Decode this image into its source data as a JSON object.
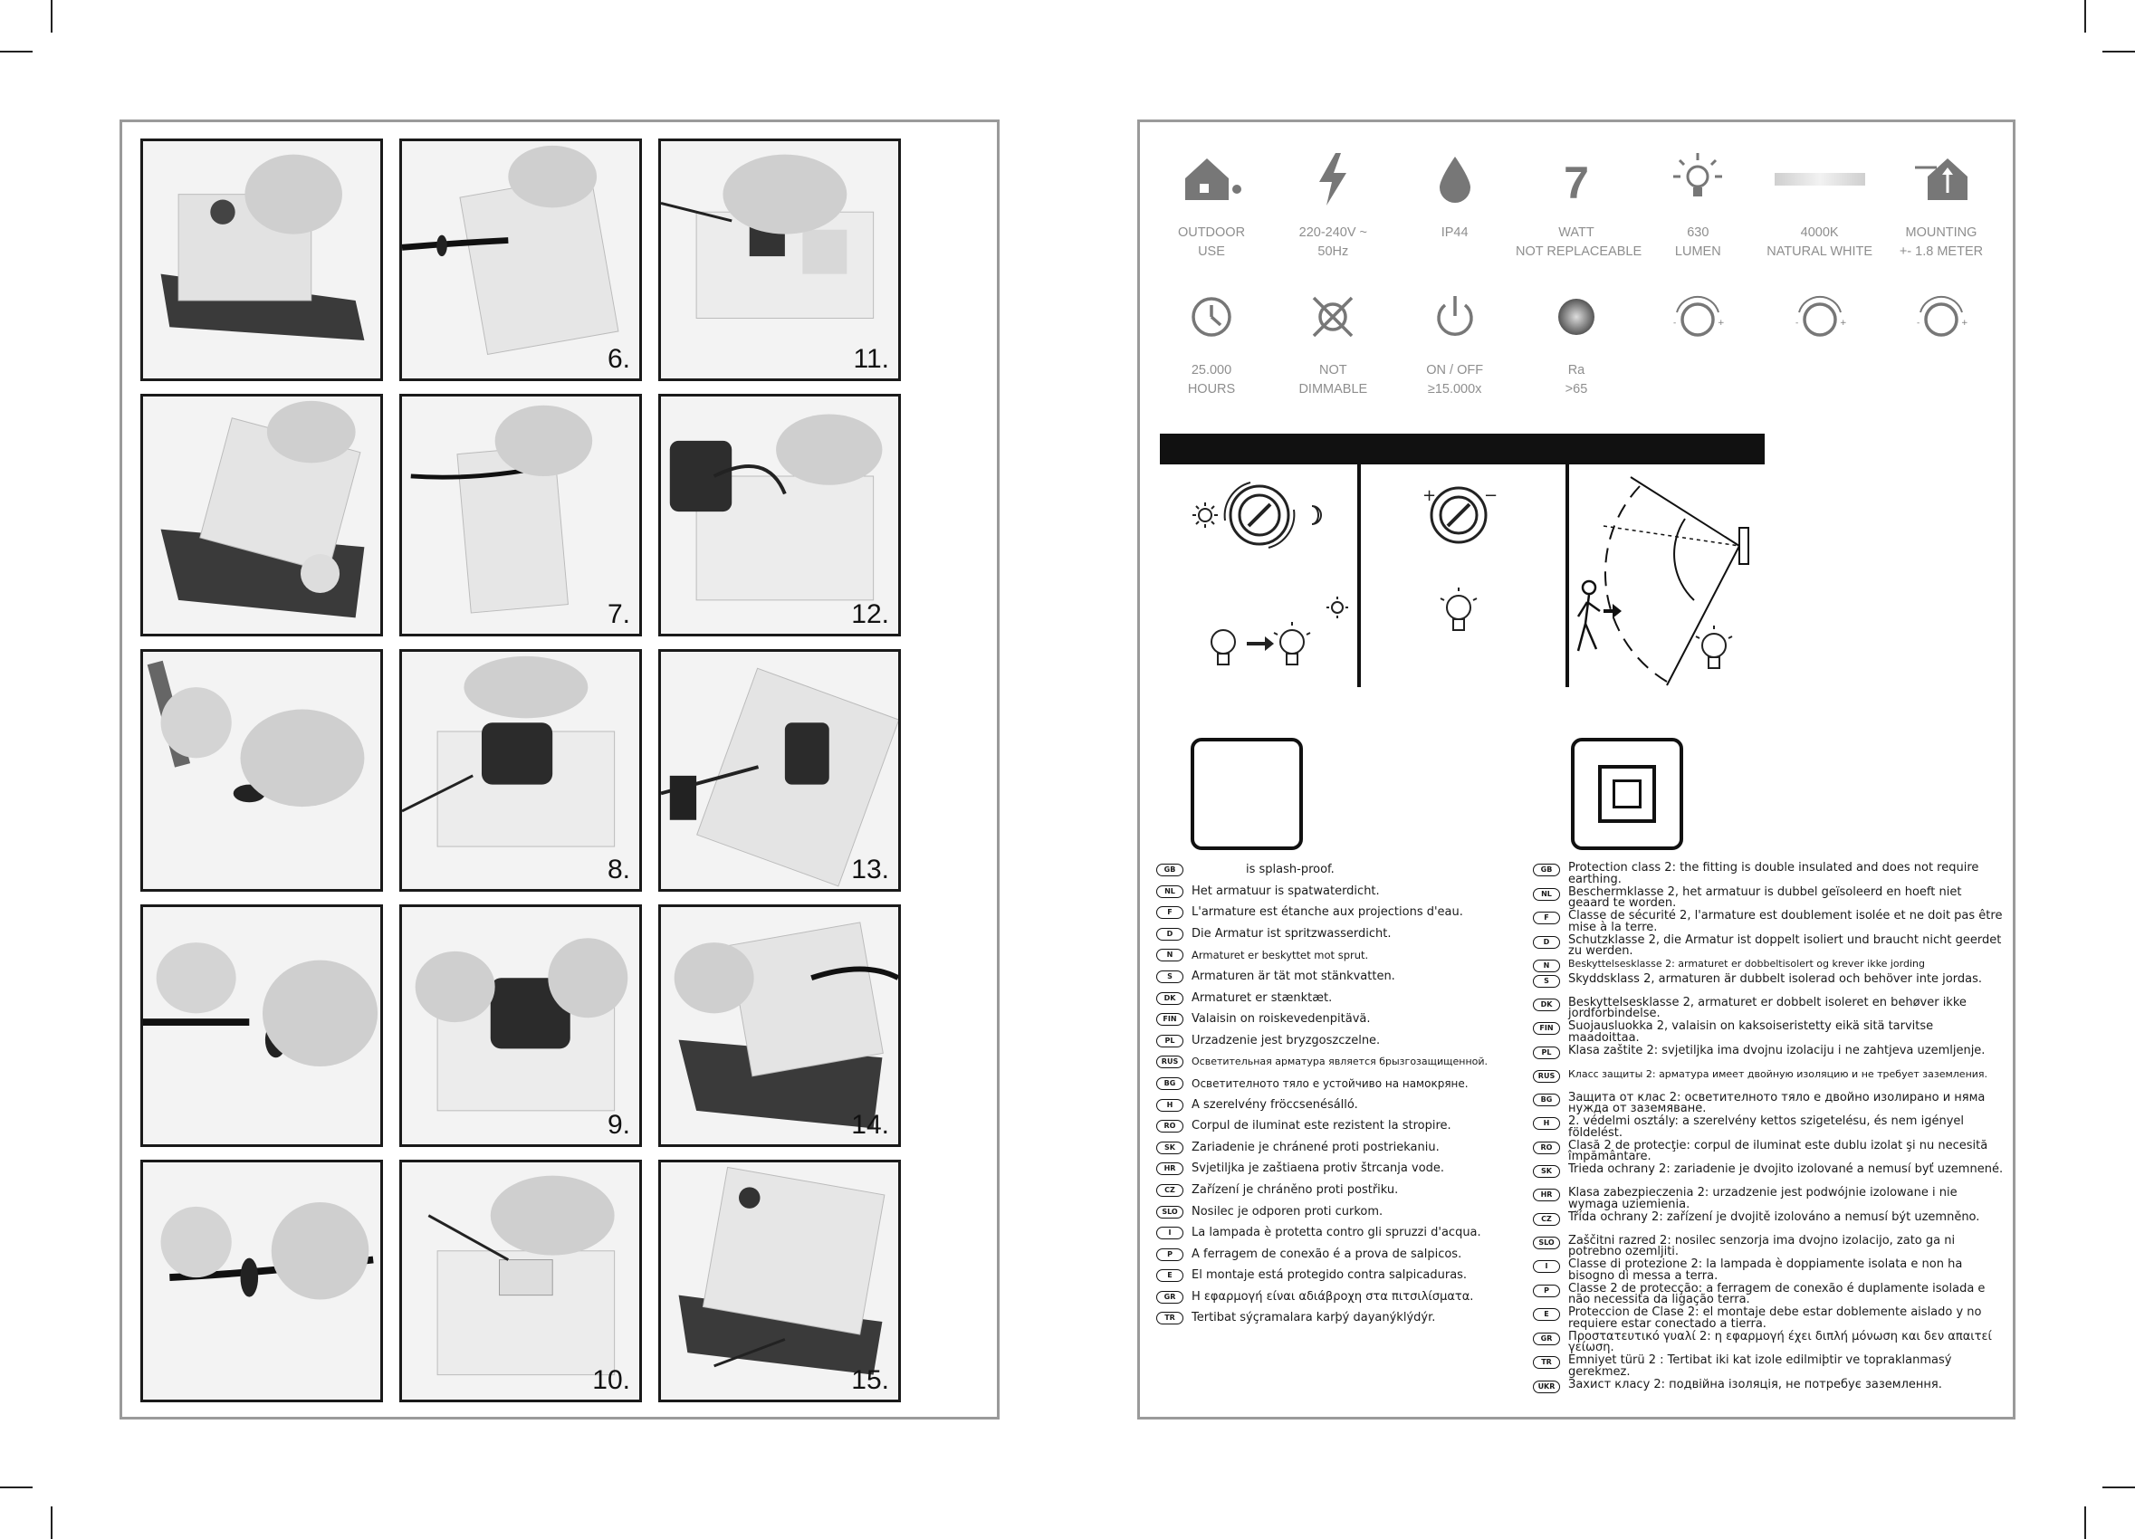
{
  "steps": [
    "6.",
    "11.",
    "7.",
    "12.",
    "8.",
    "13.",
    "9.",
    "14.",
    "10.",
    "15."
  ],
  "specs_row1": [
    {
      "icon": "house-outdoor-icon",
      "line1": "OUTDOOR",
      "line2": "USE"
    },
    {
      "icon": "lightning-icon",
      "line1": "220-240V ~",
      "line2": "50Hz"
    },
    {
      "icon": "water-drop-icon",
      "line1": "IP44",
      "line2": ""
    },
    {
      "icon": "number-seven-icon",
      "glyph": "7",
      "line1": "WATT",
      "line2": "NOT REPLACEABLE"
    },
    {
      "icon": "light-bulb-icon",
      "line1": "630",
      "line2": "LUMEN"
    },
    {
      "icon": "color-temperature-bar-icon",
      "line1": "4000K",
      "line2": "NATURAL WHITE"
    },
    {
      "icon": "mounting-height-icon",
      "line1": "MOUNTING",
      "line2": "+- 1.8 METER"
    }
  ],
  "specs_row2": [
    {
      "icon": "clock-icon",
      "line1": "25.000",
      "line2": "HOURS"
    },
    {
      "icon": "not-dimmable-icon",
      "line1": "NOT",
      "line2": "DIMMABLE"
    },
    {
      "icon": "power-icon",
      "line1": "ON / OFF",
      "line2": "≥15.000x"
    },
    {
      "icon": "color-rendering-icon",
      "line1": "Ra",
      "line2": ">65"
    },
    {
      "icon": "dial-icon",
      "line1": "",
      "line2": ""
    },
    {
      "icon": "dial-icon",
      "line1": "",
      "line2": ""
    },
    {
      "icon": "dial-icon",
      "line1": "",
      "line2": ""
    }
  ],
  "splash_proof": [
    {
      "code": "GB",
      "text": "is splash-proof."
    },
    {
      "code": "NL",
      "text": "Het armatuur is spatwaterdicht."
    },
    {
      "code": "F",
      "text": "L'armature est étanche aux projections d'eau."
    },
    {
      "code": "D",
      "text": "Die Armatur ist spritzwasserdicht."
    },
    {
      "code": "N",
      "text": "Armaturet er beskyttet mot sprut."
    },
    {
      "code": "S",
      "text": "Armaturen är tät mot stänkvatten."
    },
    {
      "code": "DK",
      "text": "Armaturet er stænktæt."
    },
    {
      "code": "FIN",
      "text": "Valaisin on roiskevedenpitävä."
    },
    {
      "code": "PL",
      "text": "Urzadzenie jest bryzgoszczelne."
    },
    {
      "code": "RUS",
      "text": "Осветительная арматура является брызгозащищенной."
    },
    {
      "code": "BG",
      "text": "Осветителното тяло е устойчиво на намокряне."
    },
    {
      "code": "H",
      "text": "A szerelvény fröccsenésálló."
    },
    {
      "code": "RO",
      "text": "Corpul de iluminat este rezistent la stropire."
    },
    {
      "code": "SK",
      "text": "Zariadenie je chránené proti postriekaniu."
    },
    {
      "code": "HR",
      "text": "Svjetiljka je zaštiaena protiv štrcanja vode."
    },
    {
      "code": "CZ",
      "text": "Zařízení je chráněno proti postřiku."
    },
    {
      "code": "SLO",
      "text": "Nosilec je odporen proti curkom."
    },
    {
      "code": "I",
      "text": "La lampada è protetta contro gli spruzzi d'acqua."
    },
    {
      "code": "P",
      "text": "A ferragem de conexão é a prova de salpicos."
    },
    {
      "code": "E",
      "text": "El montaje está protegido contra salpicaduras."
    },
    {
      "code": "GR",
      "text": "Η εφαρμογή είναι αδιάβροχη στα πιτσιλίσματα."
    },
    {
      "code": "TR",
      "text": "Tertibat sýçramalara karþý dayanýklýdýr."
    }
  ],
  "class2": [
    {
      "code": "GB",
      "text": "Protection class 2: the fitting is double insulated and does not require earthing."
    },
    {
      "code": "NL",
      "text": "Beschermklasse 2, het armatuur is dubbel geïsoleerd en hoeft niet geaard te worden."
    },
    {
      "code": "F",
      "text": "Classe de sécurité 2, l'armature est doublement isolée et ne doit pas être mise à la terre."
    },
    {
      "code": "D",
      "text": "Schutzklasse 2, die Armatur ist doppelt isoliert und braucht nicht geerdet zu werden."
    },
    {
      "code": "N",
      "text": "Beskyttelsesklasse 2: armaturet er dobbeltisolert og krever ikke jording"
    },
    {
      "code": "S",
      "text": "Skyddsklass 2, armaturen är dubbelt isolerad och behöver inte jordas."
    },
    {
      "code": "DK",
      "text": "Beskyttelsesklasse 2, armaturet er dobbelt isoleret en behøver ikke jordforbindelse."
    },
    {
      "code": "FIN",
      "text": "Suojausluokka 2, valaisin on kaksoiseristetty eikä sitä tarvitse maadoittaa."
    },
    {
      "code": "PL",
      "text": "Klasa zaštite 2: svjetiljka ima dvojnu izolaciju i ne zahtjeva uzemljenje."
    },
    {
      "code": "RUS",
      "text": "Класс защиты 2: арматура имеет двойную изоляцию и не требует заземления."
    },
    {
      "code": "BG",
      "text": "Защита от клас 2: осветителното тяло е двойно изолирано и няма нужда от заземяване."
    },
    {
      "code": "H",
      "text": "2. védelmi osztály: a szerelvény kettos szigetelésu, és nem igényel földelést."
    },
    {
      "code": "RO",
      "text": "Clasă 2 de protecţie: corpul de iluminat este dublu izolat şi nu necesită împământare."
    },
    {
      "code": "SK",
      "text": "Trieda ochrany 2: zariadenie je dvojito izolované a nemusí byť uzemnené."
    },
    {
      "code": "HR",
      "text": "Klasa zabezpieczenia 2: urzadzenie jest podwójnie izolowane i nie wymaga uziemienia."
    },
    {
      "code": "CZ",
      "text": "Třída ochrany 2: zařízení je dvojitě izolováno a nemusí být uzemněno."
    },
    {
      "code": "SLO",
      "text": "Zaščitni razred 2: nosilec senzorja ima dvojno izolacijo, zato ga ni potrebno ozemljiti."
    },
    {
      "code": "I",
      "text": "Classe di protezione 2: la lampada è doppiamente isolata e non ha bisogno di messa a terra."
    },
    {
      "code": "P",
      "text": "Classe 2 de protecção: a ferragem de conexão é duplamente isolada e não necessita da ligação terra."
    },
    {
      "code": "E",
      "text": "Proteccion de Clase 2: el montaje debe estar doblemente aislado y no requiere estar conectado a tierra."
    },
    {
      "code": "GR",
      "text": "Προστατευτικό γυαλί 2: η εφαρμογή έχει διπλή μόνωση και δεν απαιτεί γείωση."
    },
    {
      "code": "TR",
      "text": "Emniyet türü 2 : Tertibat iki kat izole edilmiþtir ve topraklanmasý gerekmez."
    },
    {
      "code": "UKR",
      "text": "Захист класу 2: подвійна ізоляція, не потребує заземлення."
    }
  ]
}
